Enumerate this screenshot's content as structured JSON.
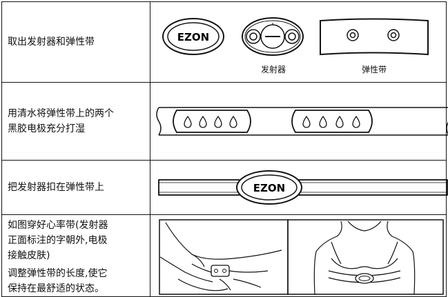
{
  "steps": [
    {
      "instruction": "取出发射器和弹性带",
      "logo": "EZON",
      "caption_transmitter": "发射器",
      "caption_strap": "弹性带"
    },
    {
      "instruction_line1": "用清水将弹性带上的两个",
      "instruction_line2": "黑胶电极充分打湿"
    },
    {
      "instruction": "把发射器扣在弹性带上",
      "logo": "EZON"
    },
    {
      "instruction_line1": "如图穿好心率带(发射器",
      "instruction_line2": "正面标注的字朝外,电极",
      "instruction_line3": "接触皮肤)",
      "instruction_line4": "调整弹性带的长度,使它",
      "instruction_line5": "保持在最舒适的状态。"
    }
  ]
}
